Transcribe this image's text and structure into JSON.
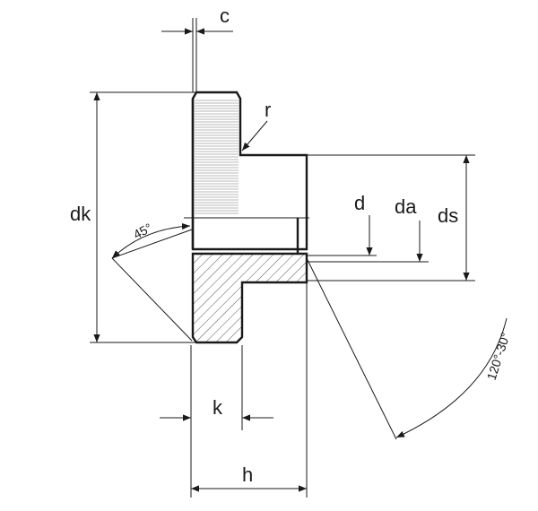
{
  "labels": {
    "c": "c",
    "r": "r",
    "dk": "dk",
    "d": "d",
    "da": "da",
    "ds": "ds",
    "angle_45": "45°",
    "angle_120": "120°-30°",
    "k": "k",
    "h": "h"
  }
}
